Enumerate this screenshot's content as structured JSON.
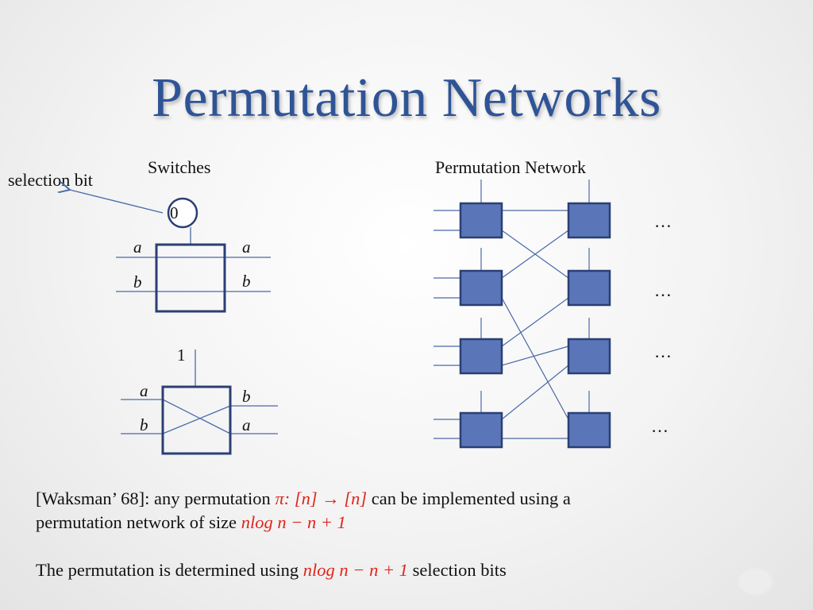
{
  "slide": {
    "title": "Permutation Networks",
    "switches_heading": "Switches",
    "network_heading": "Permutation Network",
    "selection_label": "selection bit",
    "switch_top": {
      "bit": "0",
      "in_top": "a",
      "in_bottom": "b",
      "out_top": "a",
      "out_bottom": "b"
    },
    "switch_bottom": {
      "bit": "1",
      "in_top": "a",
      "in_bottom": "b",
      "out_top": "b",
      "out_bottom": "a"
    },
    "ellipses": [
      "…",
      "…",
      "…",
      "…"
    ],
    "line1_prefix": "[Waksman’  68]: any permutation ",
    "line1_formula": "π: [n] → [n]",
    "line1_suffix": " can be implemented using  a",
    "line2_prefix": "permutation network of size ",
    "line2_formula": "nlog n  − n + 1",
    "line3_prefix": "The permutation is determined using ",
    "line3_formula": "nlog n  − n + 1",
    "line3_suffix": " selection bits"
  },
  "colors": {
    "title": "#2f5496",
    "box_fill": "#5b76b8",
    "box_stroke": "#2b3f75",
    "line": "#4a6aa9",
    "formula": "#e0251b"
  }
}
